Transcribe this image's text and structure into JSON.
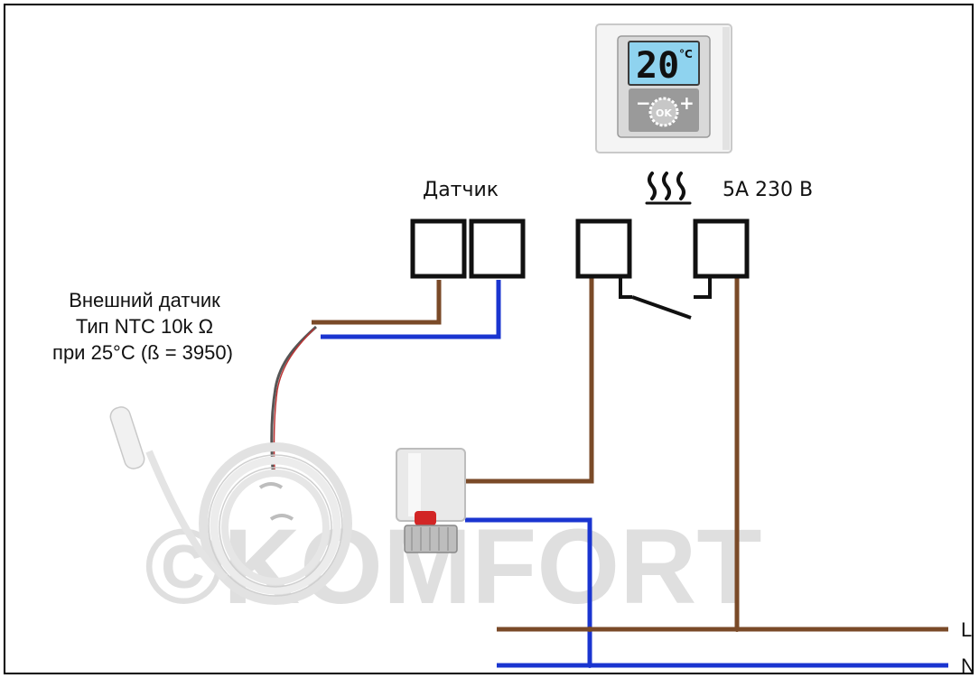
{
  "labels": {
    "sensor_terminal": "Датчик",
    "relay_rating": "5А 230 В",
    "external_sensor_line1": "Внешний датчик",
    "external_sensor_line2": "Тип NTC 10k Ω",
    "external_sensor_line3": "при 25°C (ß = 3950)",
    "line_L": "L",
    "line_N": "N",
    "watermark": "©KOMFORT"
  },
  "thermostat": {
    "display_value": "20",
    "display_unit": "°C",
    "minus": "−",
    "plus": "+",
    "ok": "OK"
  },
  "icons": {
    "heating": "heating-waves-icon",
    "sensor_probe": "ntc-sensor-probe",
    "actuator": "thermal-actuator"
  },
  "colors": {
    "brown_wire": "#7a4a28",
    "blue_wire": "#1a35d0",
    "terminal_border": "#111111",
    "display_bg": "#8fd3ef",
    "watermark": "#d8d8d8"
  }
}
